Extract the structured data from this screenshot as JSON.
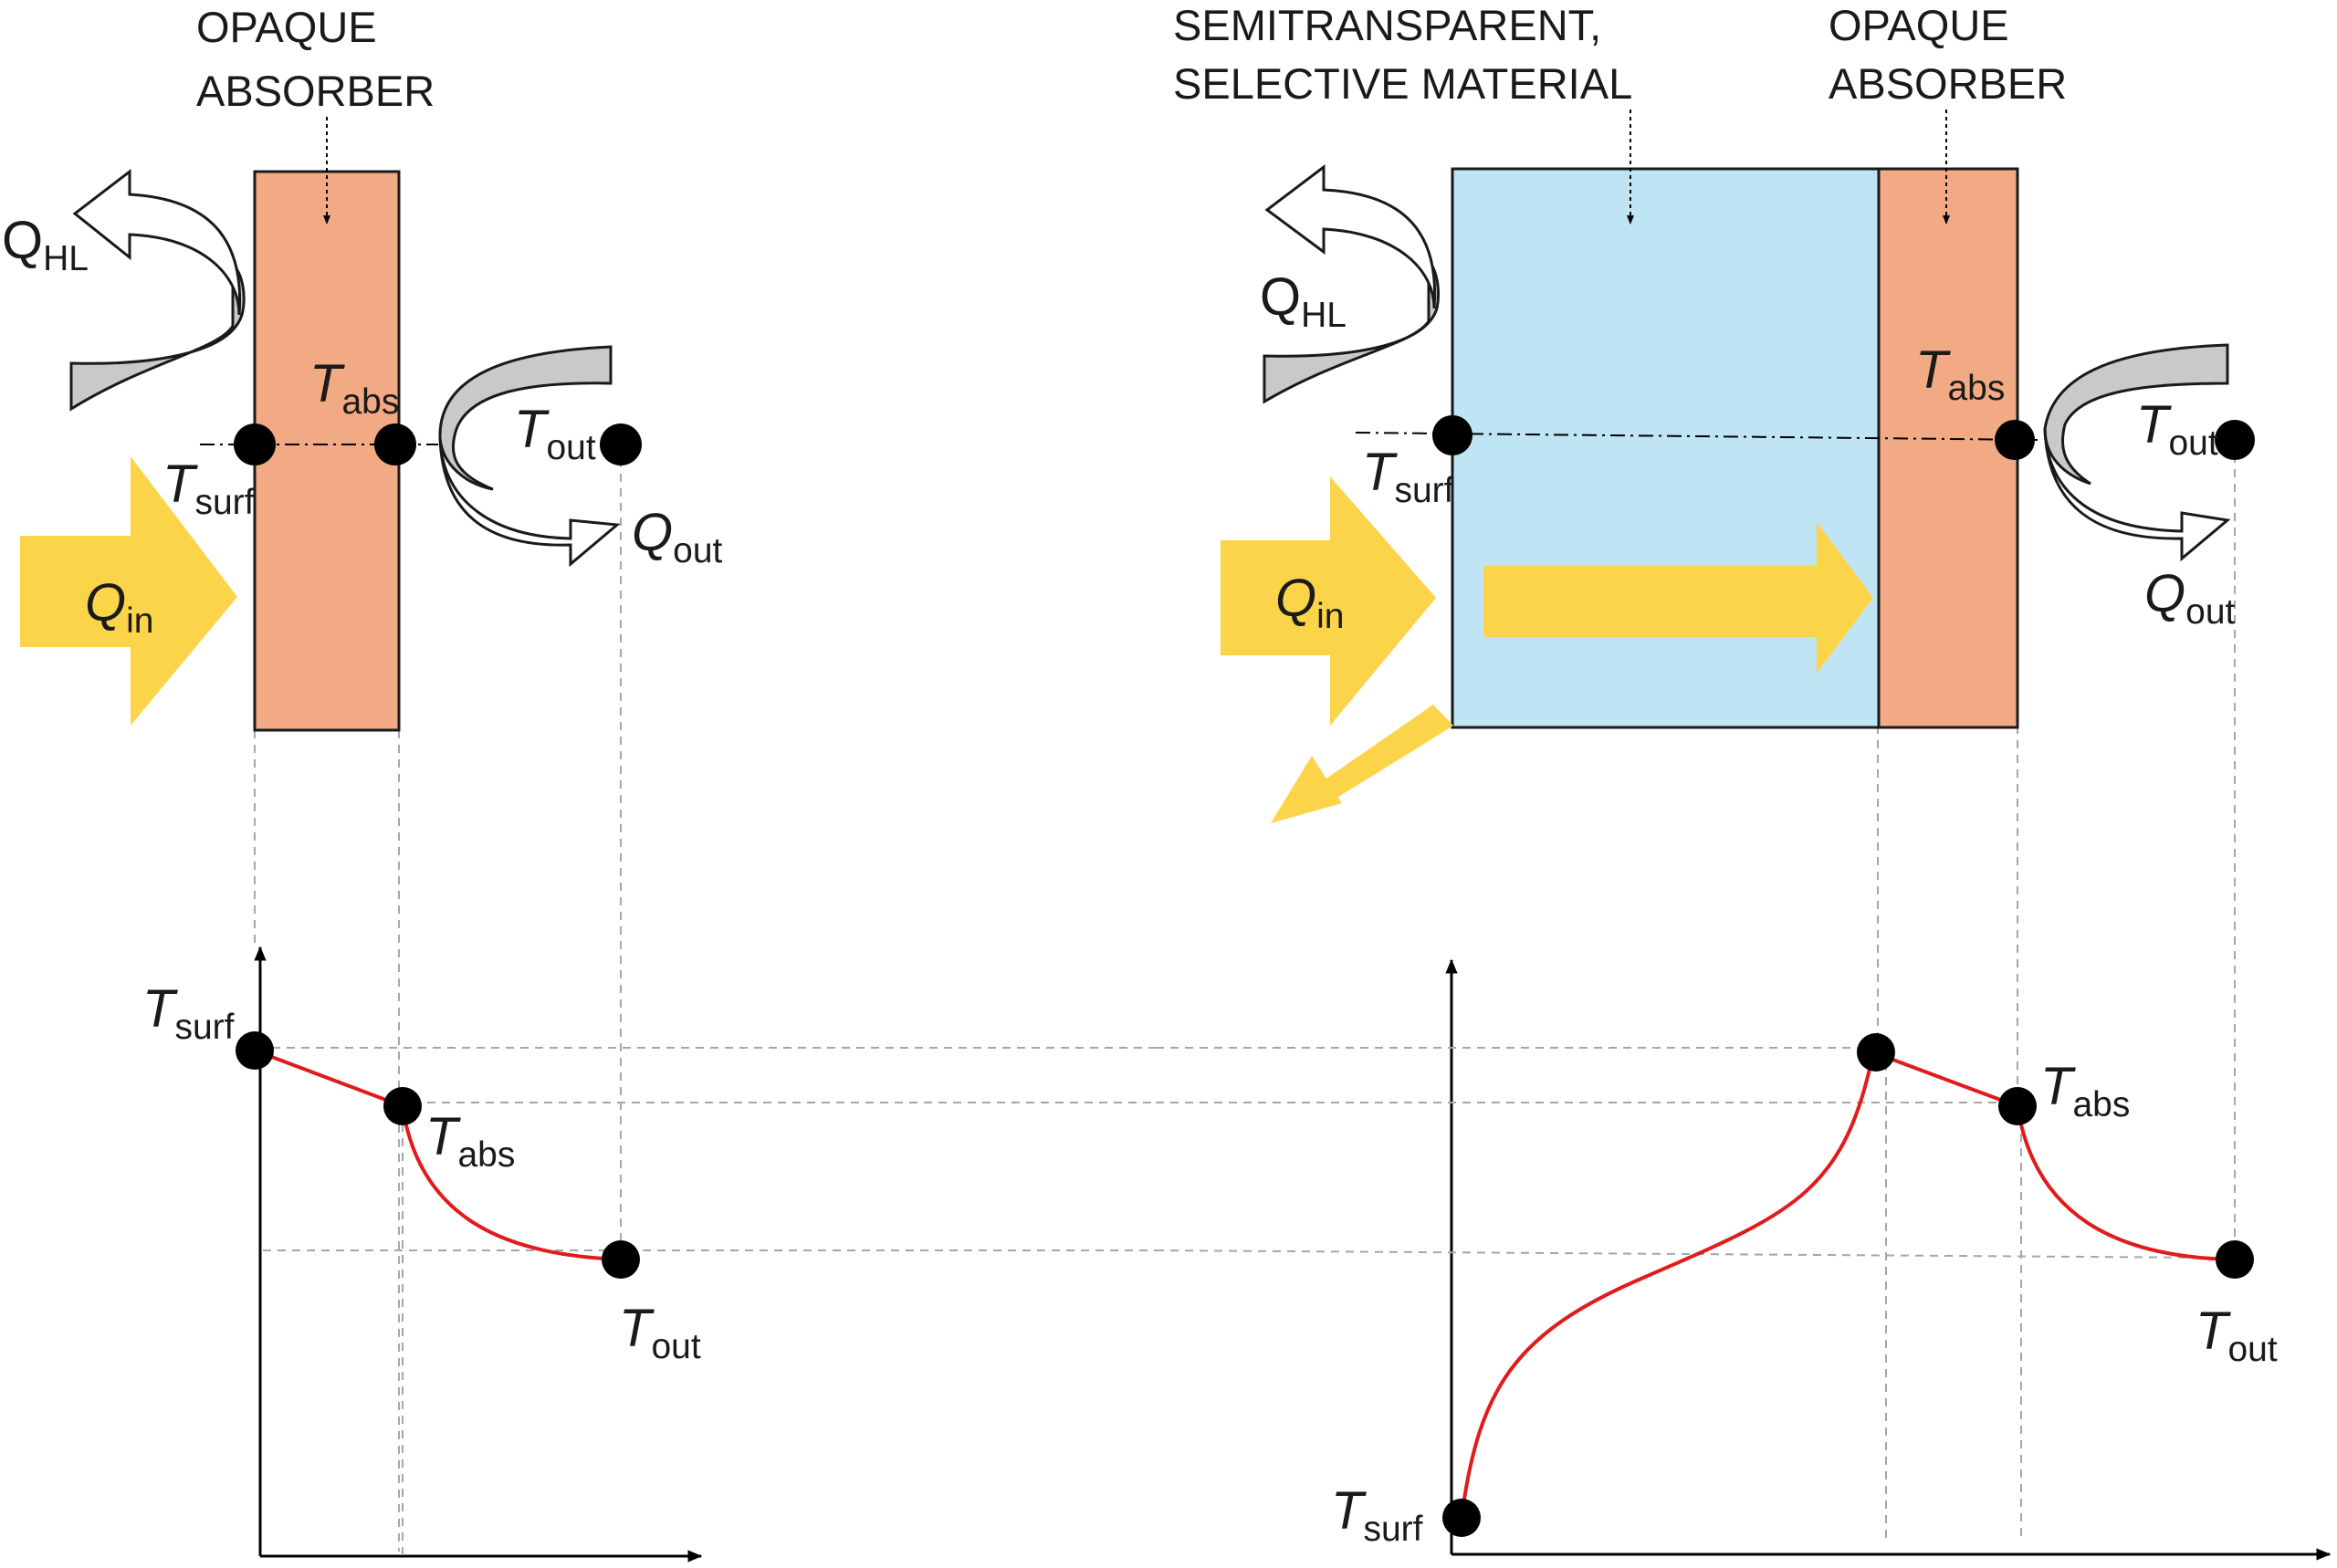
{
  "left_panel": {
    "absorber_label": [
      "OPAQUE",
      "ABSORBER"
    ],
    "q_hl": {
      "sym": "Q",
      "sub": "HL"
    },
    "q_in": {
      "sym": "Q",
      "sub": "in"
    },
    "q_out": {
      "sym": "Q",
      "sub": "out"
    },
    "t_surf": {
      "sym": "T",
      "sub": "surf"
    },
    "t_abs": {
      "sym": "T",
      "sub": "abs"
    },
    "t_out": {
      "sym": "T",
      "sub": "out"
    },
    "plot": {
      "t_surf": {
        "sym": "T",
        "sub": "surf"
      },
      "t_abs": {
        "sym": "T",
        "sub": "abs"
      },
      "t_out": {
        "sym": "T",
        "sub": "out"
      }
    }
  },
  "right_panel": {
    "material_label": [
      "SEMITRANSPARENT,",
      "SELECTIVE MATERIAL"
    ],
    "absorber_label": [
      "OPAQUE",
      "ABSORBER"
    ],
    "q_hl": {
      "sym": "Q",
      "sub": "HL"
    },
    "q_in": {
      "sym": "Q",
      "sub": "in"
    },
    "q_out": {
      "sym": "Q",
      "sub": "out"
    },
    "t_surf": {
      "sym": "T",
      "sub": "surf"
    },
    "t_abs": {
      "sym": "T",
      "sub": "abs"
    },
    "t_out": {
      "sym": "T",
      "sub": "out"
    },
    "plot": {
      "t_surf": {
        "sym": "T",
        "sub": "surf"
      },
      "t_abs": {
        "sym": "T",
        "sub": "abs"
      },
      "t_out": {
        "sym": "T",
        "sub": "out"
      }
    }
  },
  "colors": {
    "absorber": "#f2aa84",
    "semitransparent": "#bfe4f4",
    "solar_arrow": "#fcd44a",
    "heat_arrow_gray": "#c9c9c9",
    "temperature_curve": "#e11b1b",
    "node": "#000000",
    "guide_line": "#a6a6a6"
  }
}
